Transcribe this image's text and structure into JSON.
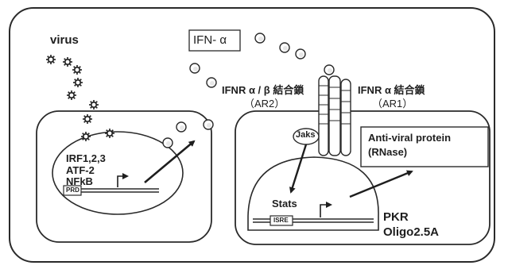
{
  "labels": {
    "virus": "virus",
    "ifn_alpha": "IFN- α",
    "receptor_ab_line1": "IFNR α / β 結合鎖",
    "receptor_ab_line2": "（AR2）",
    "receptor_a_line1": "IFNR α 結合鎖",
    "receptor_a_line2": "（AR1）",
    "jaks": "Jaks",
    "stats": "Stats",
    "antiviral_line1": "Anti-viral protein",
    "antiviral_line2": "(RNase)",
    "pkr": "PKR",
    "oligo": "Oligo2.5A",
    "tf_line1": "IRF1,2,3",
    "tf_line2": "ATF-2",
    "tf_line3": "NFkB",
    "prd": "PRD",
    "isre": "ISRE"
  },
  "icons": {
    "virus": "virus-particle-icon",
    "ifn": "ifn-molecule-icon"
  }
}
